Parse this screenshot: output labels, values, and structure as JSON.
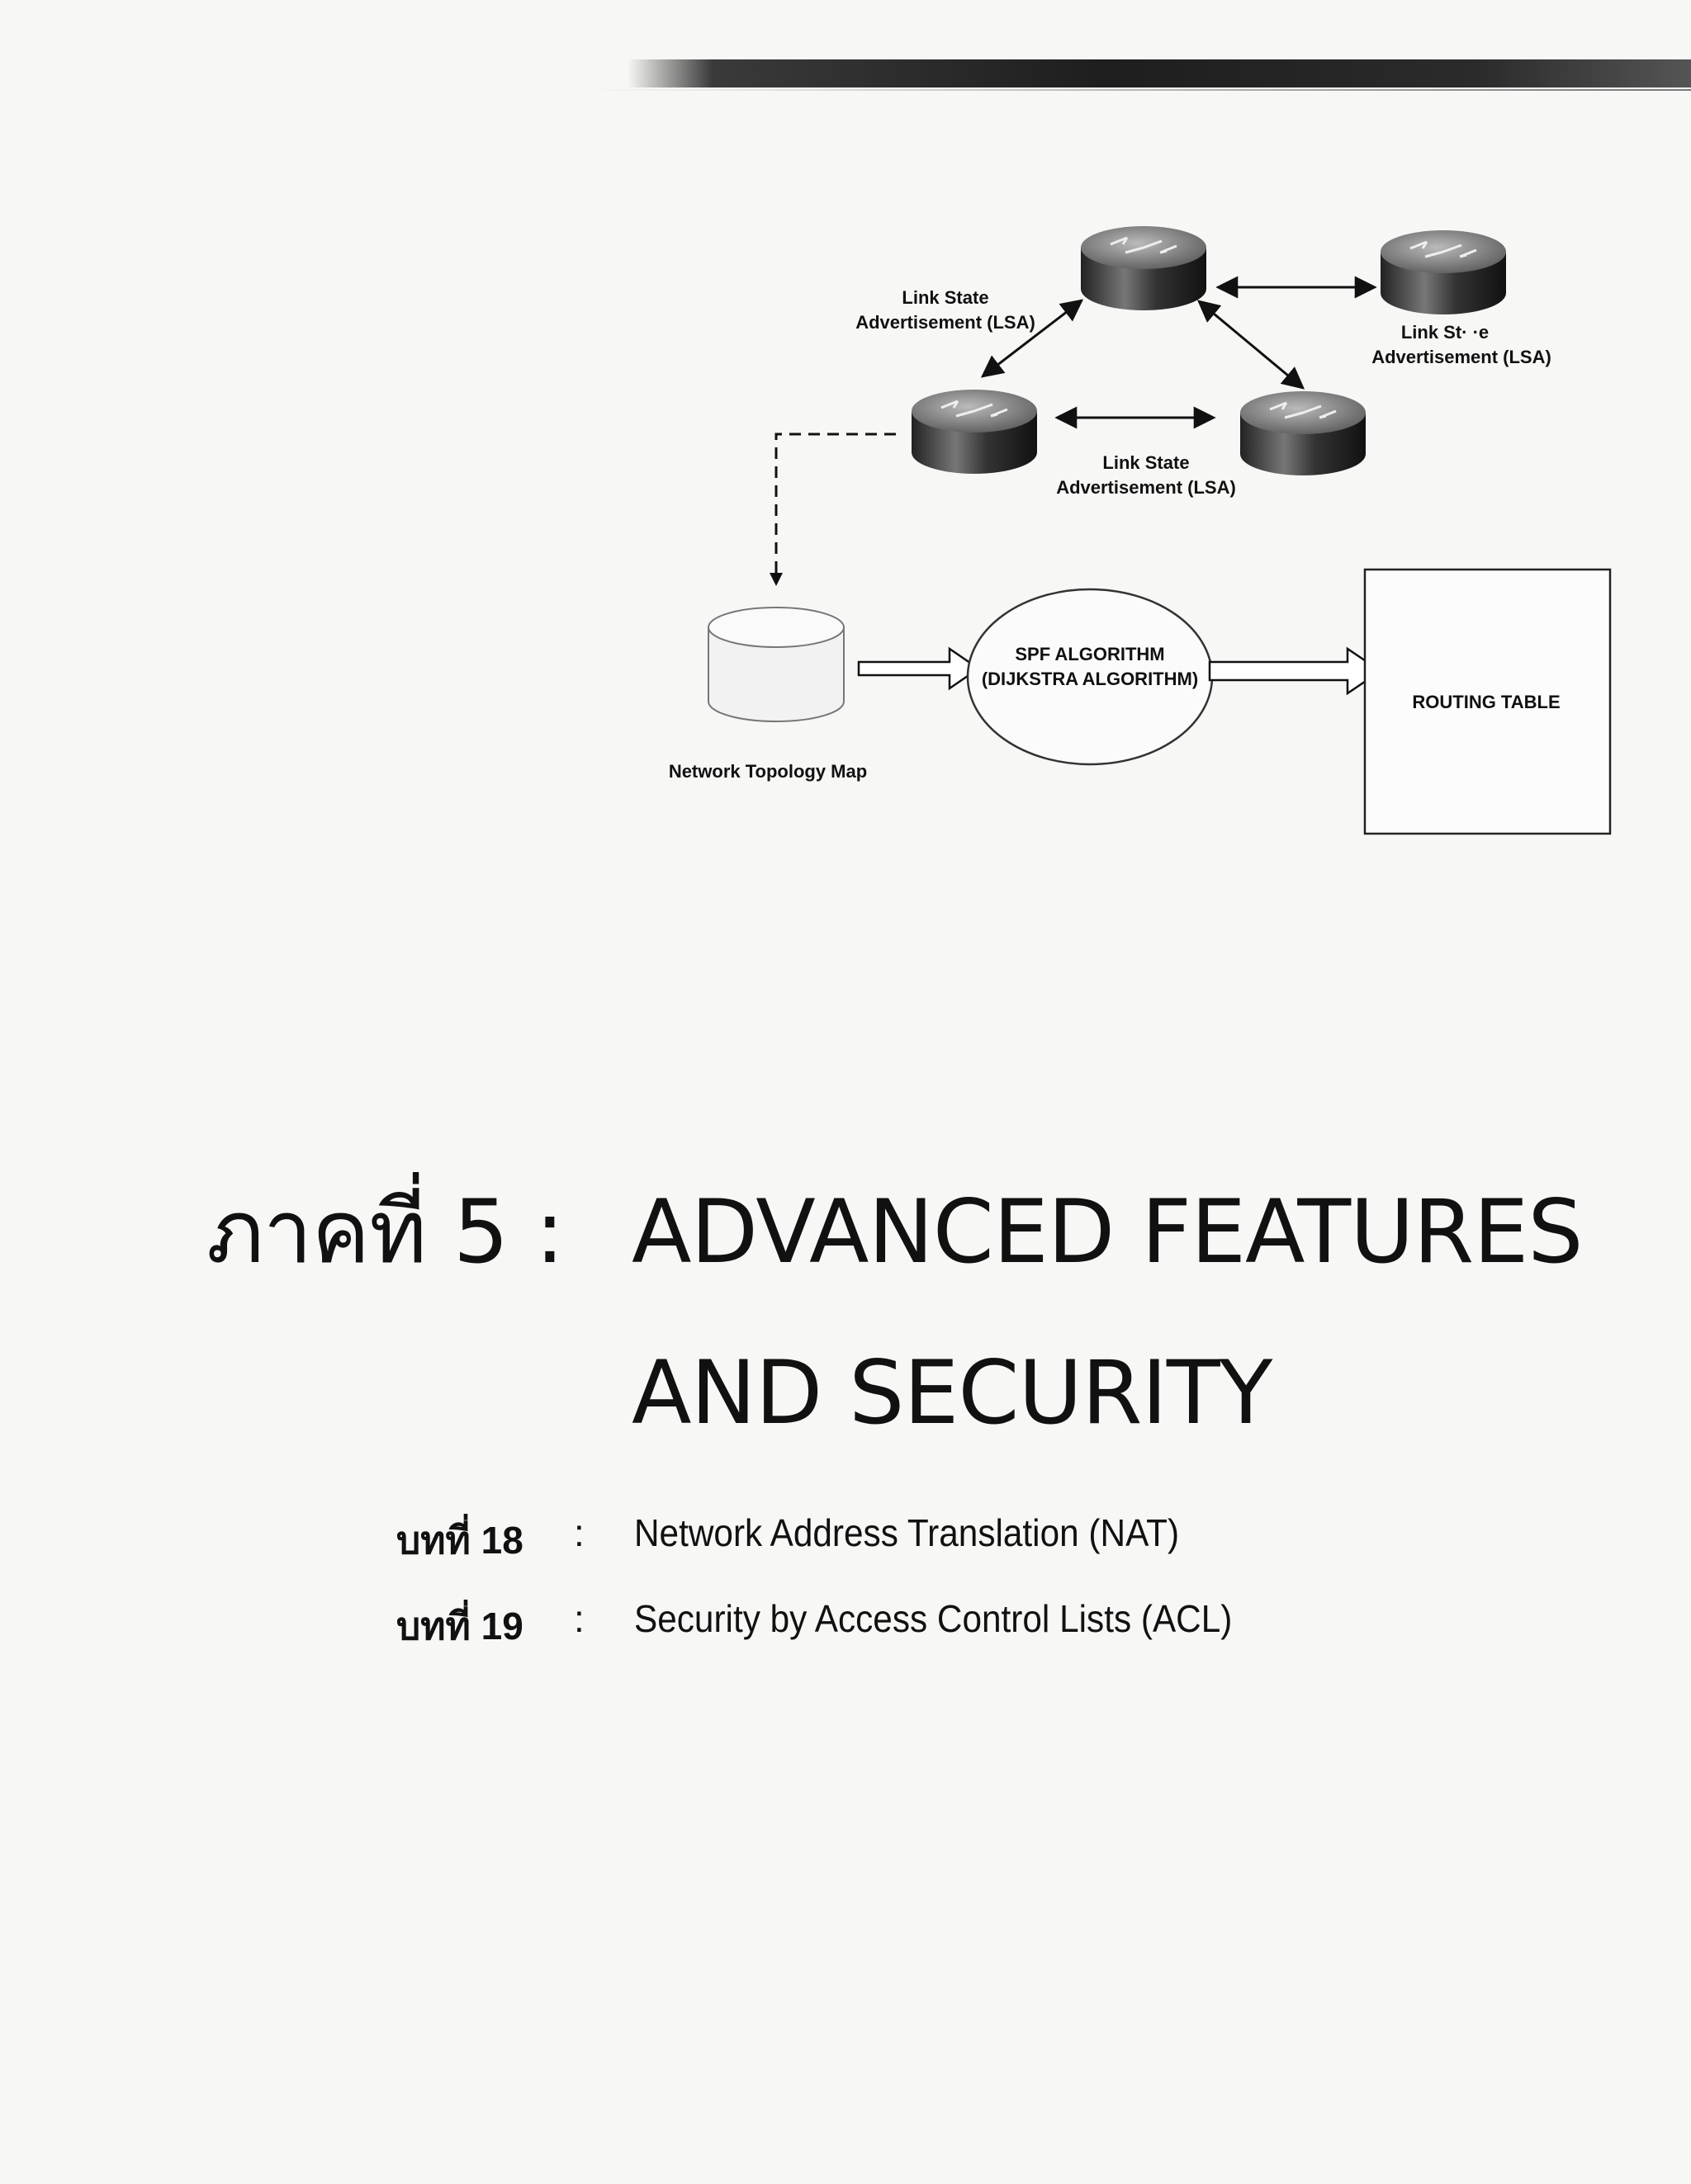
{
  "diagram": {
    "lsa_labels": [
      {
        "line1": "Link State",
        "line2": "Advertisement (LSA)"
      },
      {
        "line1": "Link St·  ·e",
        "line2": "Advertisement (LSA)"
      },
      {
        "line1": "Link State",
        "line2": "Advertisement (LSA)"
      }
    ],
    "database_label": "Network Topology Map",
    "algorithm_line1": "SPF ALGORITHM",
    "algorithm_line2": "(DIJKSTRA ALGORITHM)",
    "routing_table_label": "ROUTING TABLE"
  },
  "part": {
    "label": "ภาคที่ 5 :",
    "title_line1": "ADVANCED  FEATURES",
    "title_line2": "AND  SECURITY"
  },
  "chapters": [
    {
      "number": "บทที่ 18",
      "separator": ":",
      "title": "Network Address Translation (NAT)"
    },
    {
      "number": "บทที่ 19",
      "separator": ":",
      "title": "Security by Access Control Lists (ACL)"
    }
  ]
}
